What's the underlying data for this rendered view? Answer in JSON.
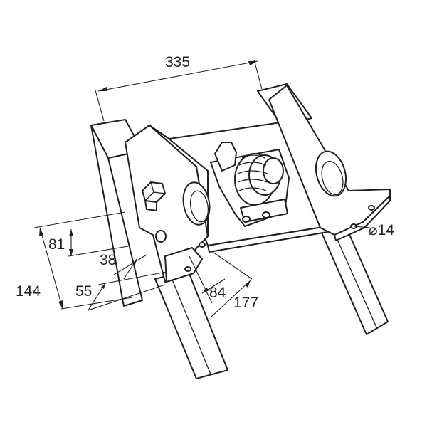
{
  "dimensions": {
    "width_335": "335",
    "height_81": "81",
    "offset_38": "38",
    "height_144": "144",
    "offset_55": "55",
    "depth_84": "84",
    "depth_177": "177",
    "hole_diameter": "⌀14"
  },
  "colors": {
    "line": "#231f20",
    "fill": "#ffffff"
  }
}
